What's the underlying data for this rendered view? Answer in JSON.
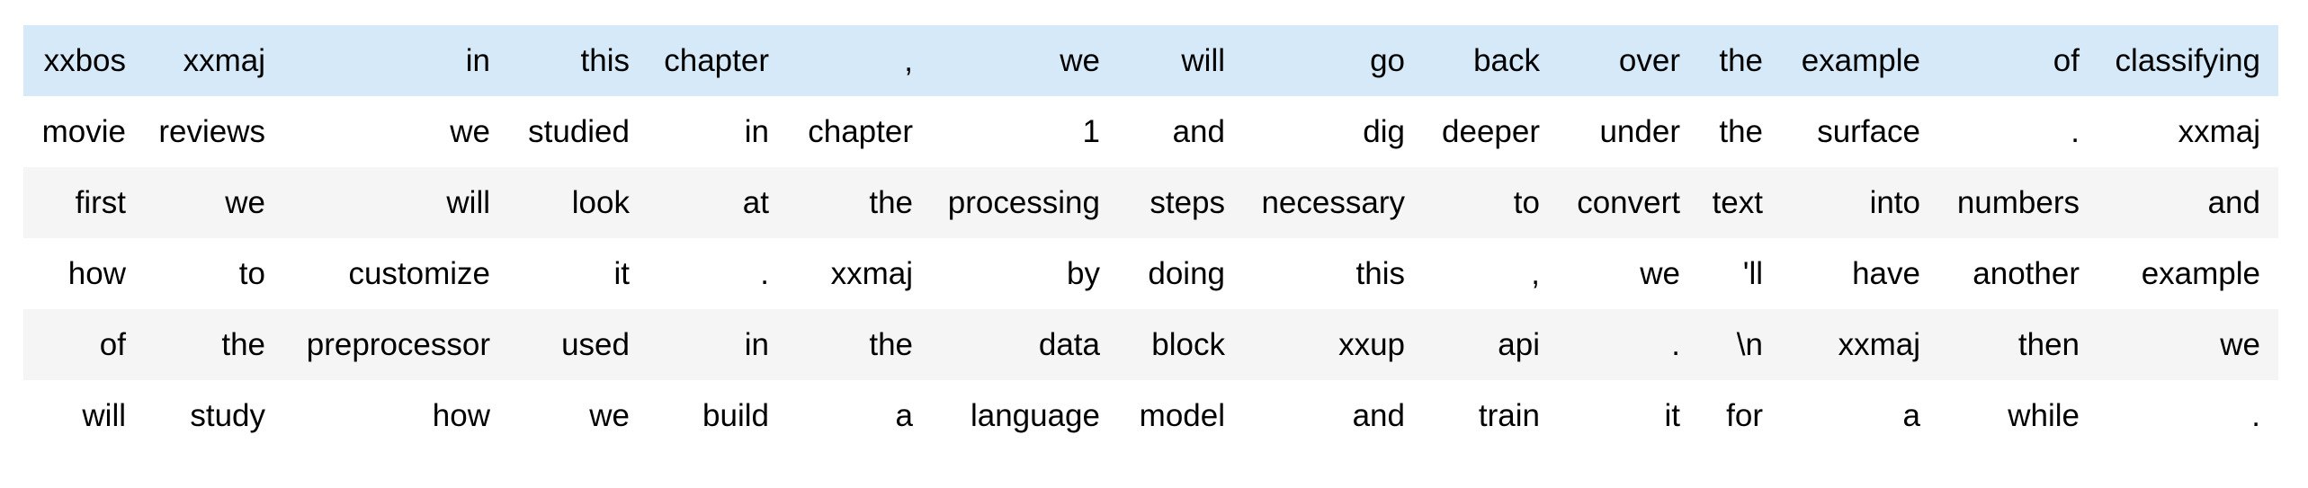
{
  "table": {
    "description_label": "tokenized-text-batch",
    "rows": [
      {
        "highlight": true,
        "stripe": false,
        "tokens": [
          "xxbos",
          "xxmaj",
          "in",
          "this",
          "chapter",
          ",",
          "we",
          "will",
          "go",
          "back",
          "over",
          "the",
          "example",
          "of",
          "classifying"
        ]
      },
      {
        "highlight": false,
        "stripe": false,
        "tokens": [
          "movie",
          "reviews",
          "we",
          "studied",
          "in",
          "chapter",
          "1",
          "and",
          "dig",
          "deeper",
          "under",
          "the",
          "surface",
          ".",
          "xxmaj"
        ]
      },
      {
        "highlight": false,
        "stripe": true,
        "tokens": [
          "first",
          "we",
          "will",
          "look",
          "at",
          "the",
          "processing",
          "steps",
          "necessary",
          "to",
          "convert",
          "text",
          "into",
          "numbers",
          "and"
        ]
      },
      {
        "highlight": false,
        "stripe": false,
        "tokens": [
          "how",
          "to",
          "customize",
          "it",
          ".",
          "xxmaj",
          "by",
          "doing",
          "this",
          ",",
          "we",
          "'ll",
          "have",
          "another",
          "example"
        ]
      },
      {
        "highlight": false,
        "stripe": true,
        "tokens": [
          "of",
          "the",
          "preprocessor",
          "used",
          "in",
          "the",
          "data",
          "block",
          "xxup",
          "api",
          ".",
          "\\n",
          "xxmaj",
          "then",
          "we"
        ]
      },
      {
        "highlight": false,
        "stripe": false,
        "tokens": [
          "will",
          "study",
          "how",
          "we",
          "build",
          "a",
          "language",
          "model",
          "and",
          "train",
          "it",
          "for",
          "a",
          "while",
          "."
        ]
      }
    ]
  },
  "colors": {
    "highlight_row": "#d6e9f8",
    "stripe_row": "#f5f5f5",
    "plain_row": "#ffffff",
    "text": "#000000"
  }
}
